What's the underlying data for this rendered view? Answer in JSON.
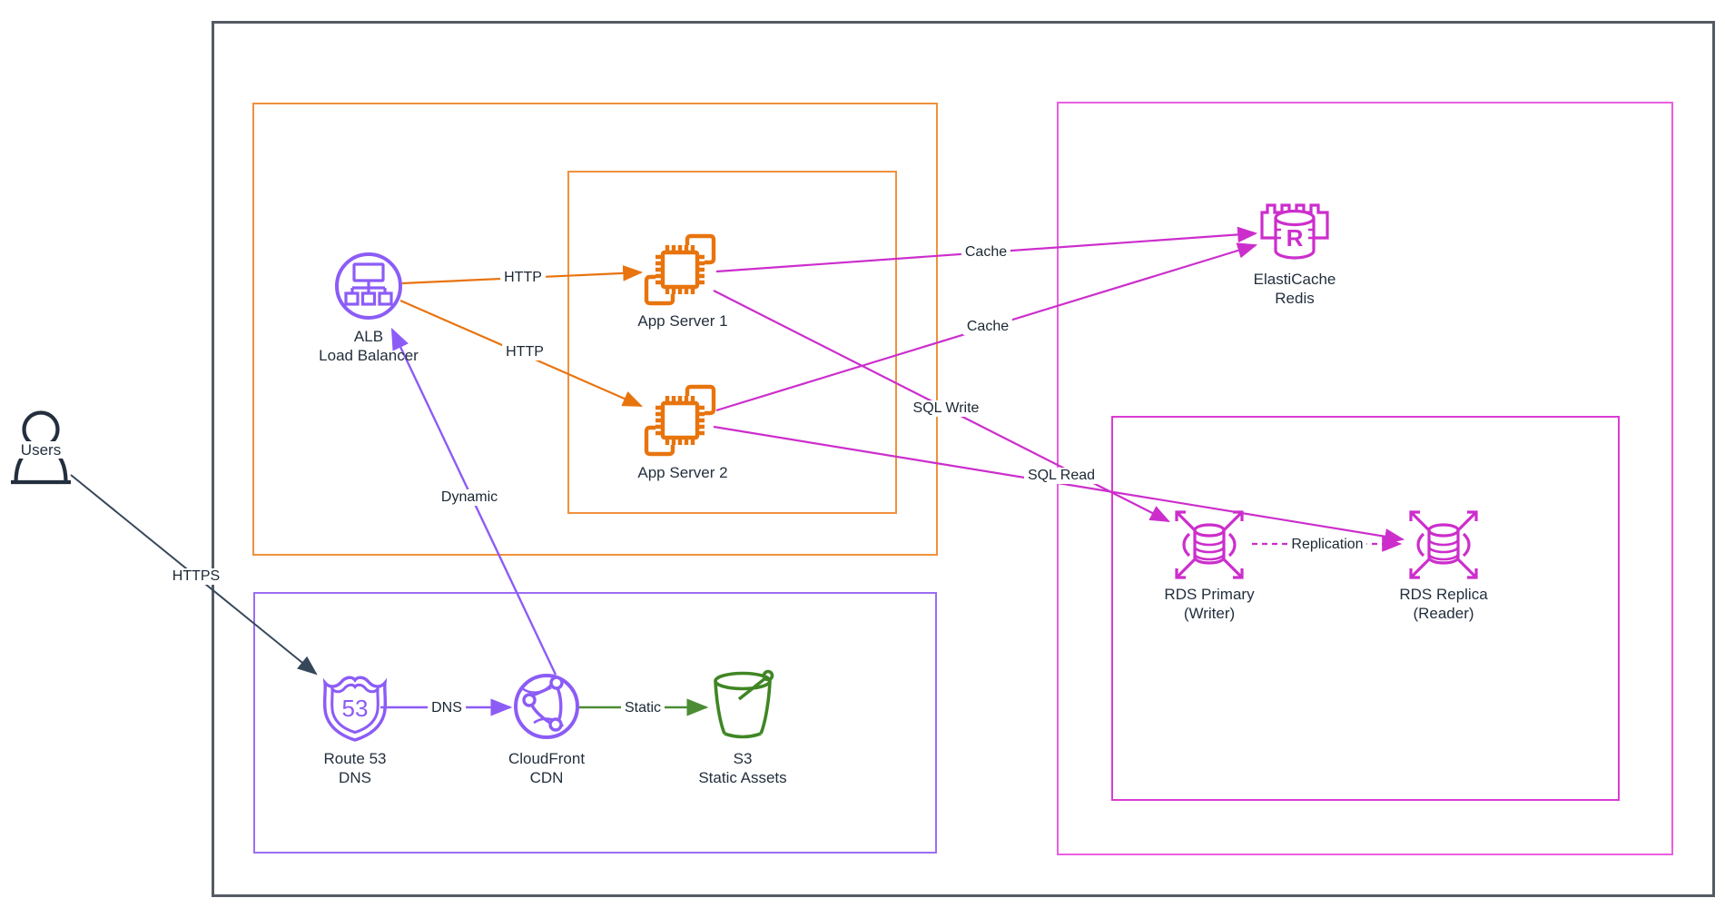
{
  "diagram_title": "",
  "nodes": {
    "users": {
      "label": "Users"
    },
    "alb": {
      "line1": "ALB",
      "line2": "Load Balancer"
    },
    "app1": {
      "label": "App Server 1"
    },
    "app2": {
      "label": "App Server 2"
    },
    "route53": {
      "line1": "Route 53",
      "line2": "DNS"
    },
    "cloudfront": {
      "line1": "CloudFront",
      "line2": "CDN"
    },
    "s3": {
      "line1": "S3",
      "line2": "Static Assets"
    },
    "elasticache": {
      "line1": "ElastiCache",
      "line2": "Redis"
    },
    "rds_primary": {
      "line1": "RDS Primary",
      "line2": "(Writer)"
    },
    "rds_replica": {
      "line1": "RDS Replica",
      "line2": "(Reader)"
    }
  },
  "edges": {
    "https": {
      "label": "HTTPS",
      "from": "users",
      "to": "route53"
    },
    "dns": {
      "label": "DNS",
      "from": "route53",
      "to": "cloudfront"
    },
    "dynamic": {
      "label": "Dynamic",
      "from": "cloudfront",
      "to": "alb"
    },
    "static": {
      "label": "Static",
      "from": "cloudfront",
      "to": "s3"
    },
    "http1": {
      "label": "HTTP",
      "from": "alb",
      "to": "app1"
    },
    "http2": {
      "label": "HTTP",
      "from": "alb",
      "to": "app2"
    },
    "cache1": {
      "label": "Cache",
      "from": "app1",
      "to": "elasticache"
    },
    "cache2": {
      "label": "Cache",
      "from": "app2",
      "to": "elasticache"
    },
    "sql_write": {
      "label": "SQL Write",
      "from": "app1",
      "to": "rds_primary"
    },
    "sql_read": {
      "label": "SQL Read",
      "from": "app2",
      "to": "rds_replica"
    },
    "replication": {
      "label": "Replication",
      "from": "rds_primary",
      "to": "rds_replica",
      "style": "dashed"
    }
  },
  "icon_glyphs": {
    "route53_number": "53",
    "elasticache_letter": "R"
  },
  "colors": {
    "outer_border": "#545B64",
    "orange_border": "#F0913D",
    "purple_border": "#9B6DF2",
    "magenta_border": "#E85FE0",
    "rds_border": "#DB3BD4",
    "orange": "#E8740E",
    "purple": "#8C5CF6",
    "green": "#4C8C35",
    "magenta": "#CC2ECC",
    "dark": "#232F3E",
    "text": "#232F3E"
  }
}
